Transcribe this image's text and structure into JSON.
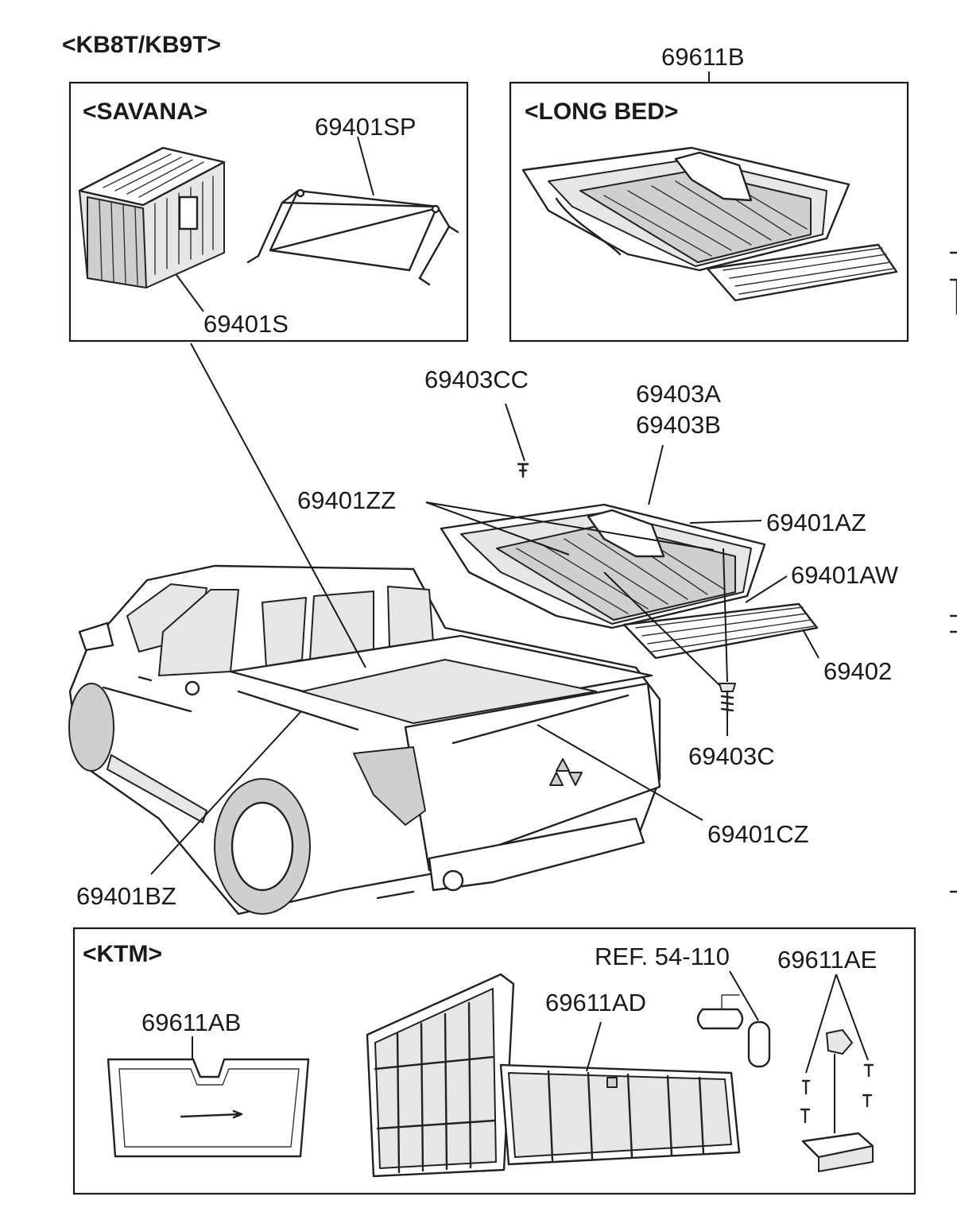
{
  "header": {
    "model": "<KB8T/KB9T>"
  },
  "panels": {
    "savana": {
      "title": "<SAVANA>",
      "parts": [
        "69401SP",
        "69401S"
      ]
    },
    "long_bed": {
      "title": "<LONG BED>",
      "part": "69611B"
    },
    "ktm": {
      "title": "<KTM>",
      "parts": [
        "69611AB",
        "69611AD",
        "REF. 54-110",
        "69611AE"
      ]
    }
  },
  "main_parts": [
    "69403CC",
    "69403A",
    "69403B",
    "69401ZZ",
    "69401AZ",
    "69401AW",
    "69402",
    "69403C",
    "69401CZ",
    "69401BZ"
  ]
}
